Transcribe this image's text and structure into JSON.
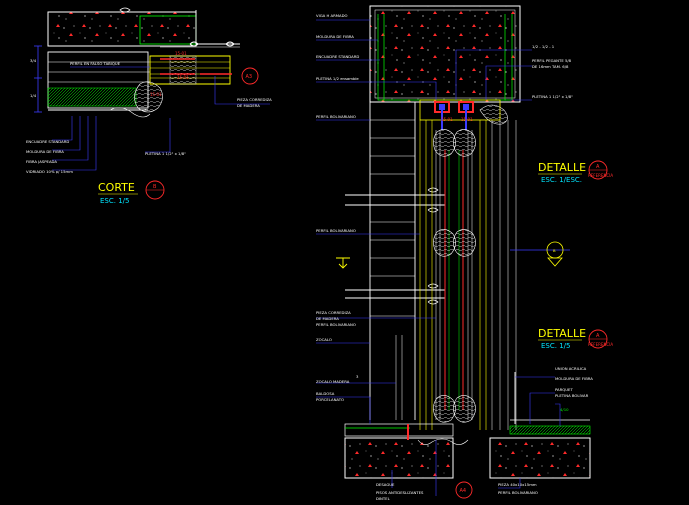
{
  "colors": {
    "background": "#000000",
    "wall": "#ffffff",
    "dimension": "#3b3bff",
    "leader": "#3b3bff",
    "frame": "#ffff00",
    "seal": "#00ff00",
    "bubble": "#ff2a2a",
    "subtitle": "#00e5ff"
  },
  "left_detail": {
    "labels": {
      "perfil_falso_tabique": "PERFIL EN FALSO TABIQUE",
      "pieza_corrediza": "PIEZA CORREDIZA",
      "de_madera": "DE MADERA",
      "encuadre_standard": "ENCUADRE STANDARD",
      "moldura_de_fibra": "MOLDURA DE FIBRA",
      "fibra_jaspeada": "FIBRA JASPEADA",
      "vidriado": "VIDRIADO 10% p/ 15mm",
      "pletina": "PLETINA 1 1/2\" x 1/8\"",
      "dim_top": "3/4",
      "dim_mid": "1/4",
      "frame_mark_1": "15-01",
      "frame_mark_2": "15-01",
      "frame_mark_3": "15-01"
    },
    "callout_a": "A3",
    "title": "CORTE",
    "title_number": "B",
    "scale": "ESC. 1/5"
  },
  "right_detail": {
    "labels": {
      "vigas_armado": "VIGA H ARMADO",
      "moldura_de_fibra": "MOLDURA DE FIBRA",
      "encuadre_standard": "ENCUADRE STANDARD",
      "pletina_ensamble": "PLETINA 1/2 ensamble",
      "perfil_bolivar": "PERFIL BOLIVARIANO",
      "dim_top": "1/2 - 1/2 - 1",
      "perfil_pegante_1": "PERFIL PEGANTE 5/8",
      "perfil_pegante_2": "DE 16mm TAM. 6/8",
      "pletina_right": "PLETINA 1 1/2\" x 1/8\"",
      "perfil_bolivar_2": "PERFIL BOLIVARIANO",
      "pieza_corrediza": "PIEZA CORREDIZA",
      "de_madera": "DE MADERA",
      "perfil_bolivar_3": "PERFIL BOLIVARIANO",
      "zocalo": "ZOCALO",
      "dim_3": "3",
      "zocalo_madera": "ZOCALO MADERA",
      "baldosa": "BALDOSA",
      "porcelanato": "PORCELANATO",
      "union_acrilica": "UNION ACRILICA",
      "moldura_de_fibra_2": "MOLDURA DE FIBRA",
      "parquet": "PARQUET",
      "pletina_bolivar": "PLETINA BOLIVAR",
      "dim_right": "4/10",
      "desague": "DESAGUE",
      "pisos_antideslizante": "PISOS ANTIDESLIZANTES",
      "dintel": "DINTEL",
      "pieza_40": "PIEZA 40x10x15mm",
      "perfil_bolivar_4": "PERFIL BOLIVARIANO",
      "frame_mark_1": "15-01",
      "frame_mark_2": "15-01"
    },
    "detalle_1": "DETALLE",
    "detalle_1_number": "A",
    "detalle_1_scale": "ESC. 1/ESC.",
    "detalle_1_ref": "REFERENCIA",
    "detalle_2": "DETALLE",
    "detalle_2_number": "A",
    "detalle_2_scale": "ESC. 1/5",
    "detalle_2_ref": "REFERENCIA",
    "level_mark": "B",
    "callout_bottom": "A4"
  }
}
